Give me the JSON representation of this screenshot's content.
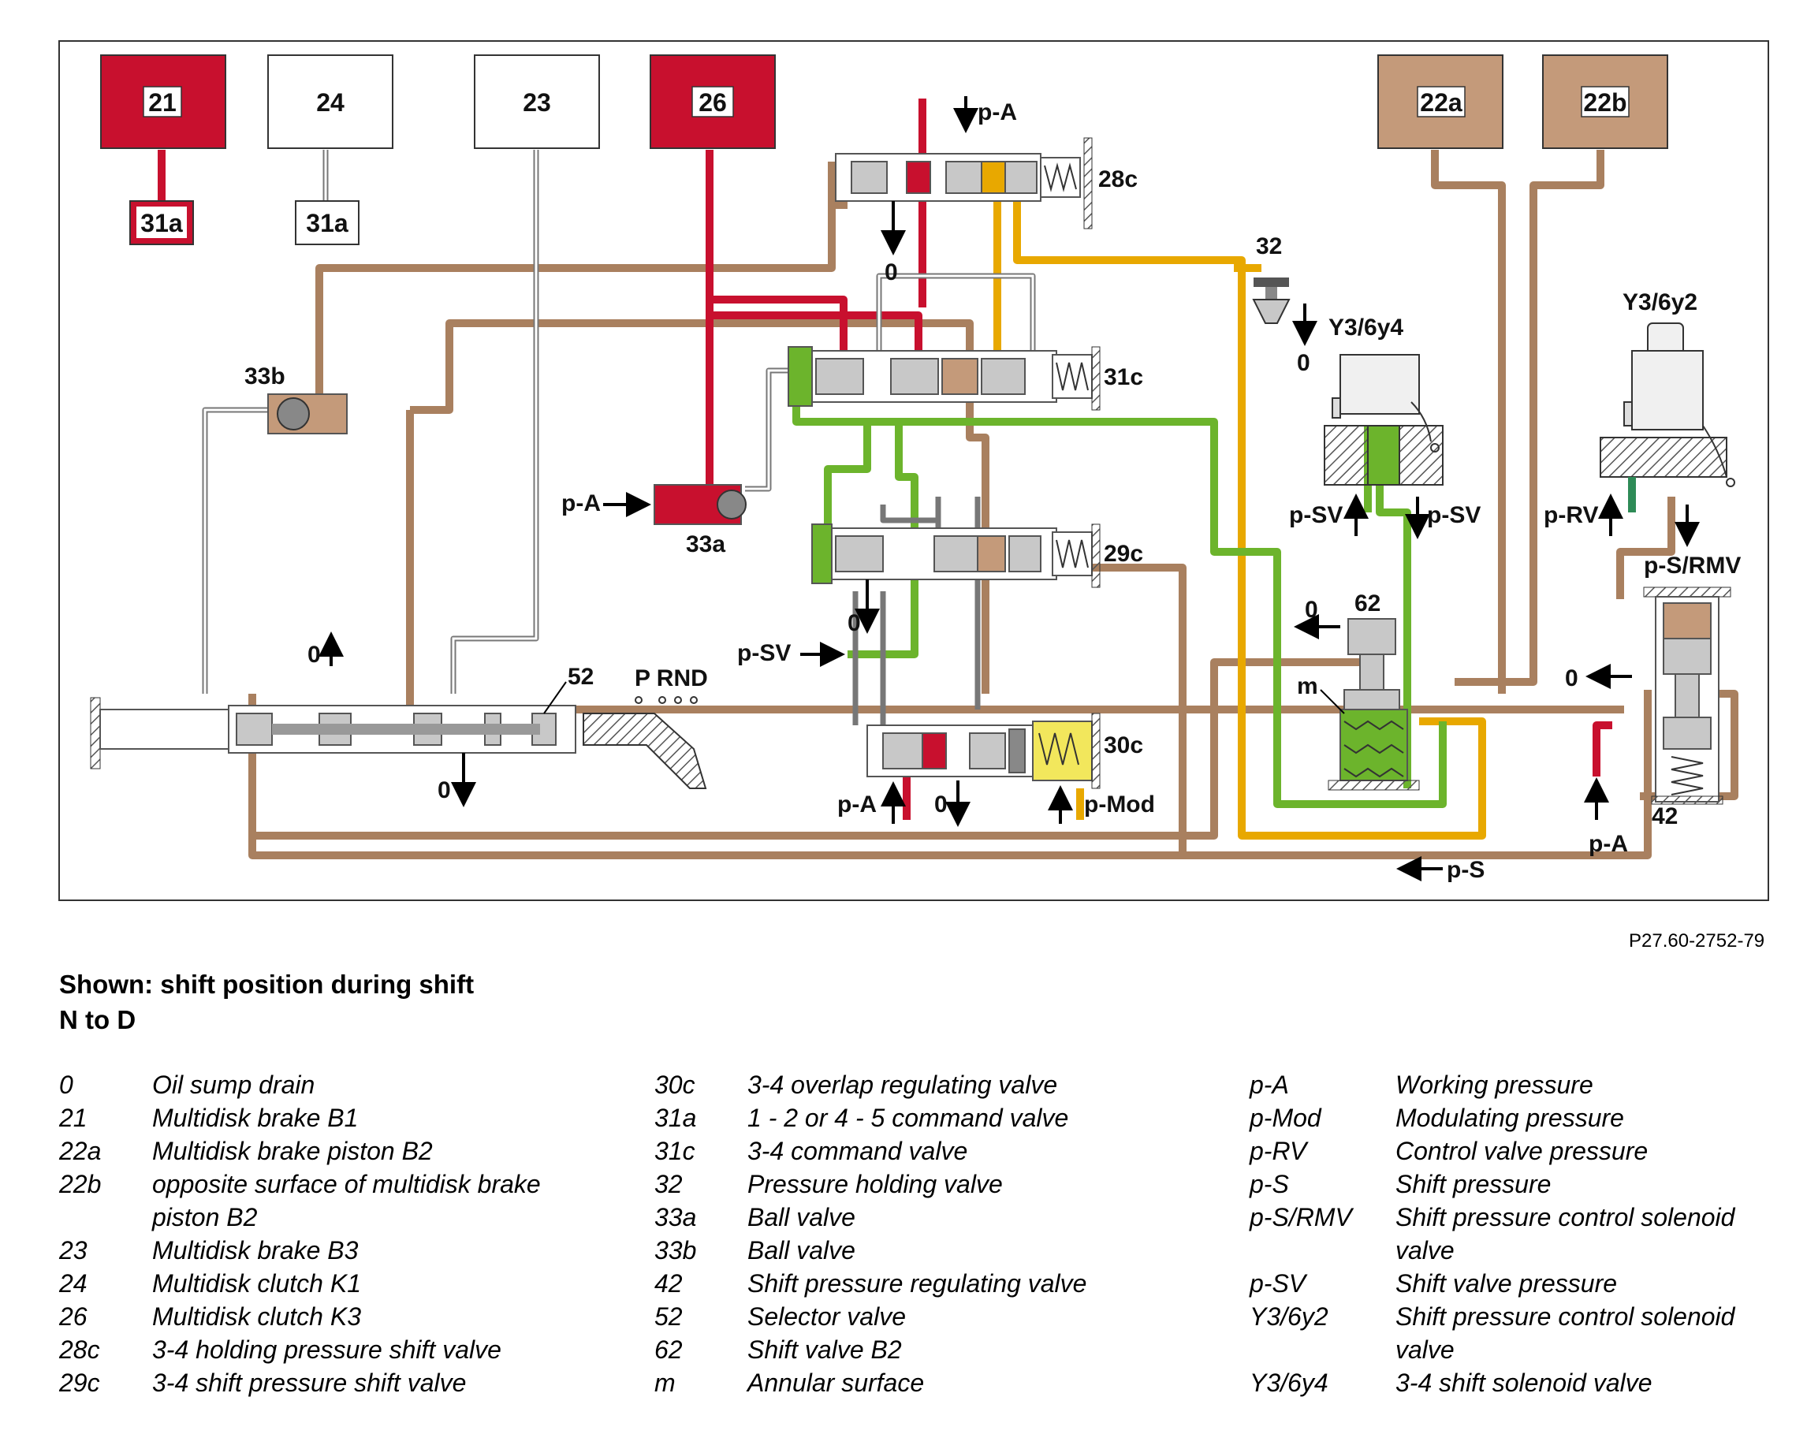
{
  "colors": {
    "red": "#c8102e",
    "brown": "#a9805f",
    "yellow": "#e8a800",
    "green": "#6cb42c",
    "grey": "#c8c8c8",
    "tan": "#c49a7a"
  },
  "boxes": {
    "b21": "21",
    "b24": "24",
    "b23": "23",
    "b26": "26",
    "b22a": "22a",
    "b22b": "22b",
    "b31a_red": "31a",
    "b31a_white": "31a"
  },
  "labels": {
    "pA_top": "p-A",
    "l28c": "28c",
    "zero_28c": "0",
    "l32": "32",
    "zero_32": "0",
    "l31c": "31c",
    "l33b": "33b",
    "pA_33a": "p-A",
    "l33a": "33a",
    "l29c": "29c",
    "zero_29c": "0",
    "pSV_left": "p-SV",
    "l30c": "30c",
    "pA_30c": "p-A",
    "zero_30c": "0",
    "pMod": "p-Mod",
    "zero_up": "0",
    "zero_sel": "0",
    "l52": "52",
    "prnd": "P RND",
    "Y3_6y4": "Y3/6y4",
    "pSV_up": "p-SV",
    "pSV_down": "p-SV",
    "l62": "62",
    "zero_62": "0",
    "m": "m",
    "Y3_6y2": "Y3/6y2",
    "pRV": "p-RV",
    "pS_RMV": "p-S/RMV",
    "zero_42": "0",
    "pA_42": "p-A",
    "l42": "42",
    "pS": "p-S"
  },
  "figure_ref": "P27.60-2752-79",
  "caption_line1": "Shown: shift position during shift",
  "caption_line2": "N to D",
  "legend": {
    "col1": [
      {
        "k": "0",
        "v": "Oil sump drain"
      },
      {
        "k": "21",
        "v": "Multidisk brake B1"
      },
      {
        "k": "22a",
        "v": "Multidisk brake piston B2"
      },
      {
        "k": "22b",
        "v": "opposite surface of multidisk brake piston B2"
      },
      {
        "k": "23",
        "v": "Multidisk brake B3"
      },
      {
        "k": "24",
        "v": "Multidisk clutch K1"
      },
      {
        "k": "26",
        "v": "Multidisk clutch K3"
      },
      {
        "k": "28c",
        "v": "3-4 holding pressure shift valve"
      },
      {
        "k": "29c",
        "v": "3-4 shift pressure shift valve"
      }
    ],
    "col2": [
      {
        "k": "30c",
        "v": "3-4 overlap regulating valve"
      },
      {
        "k": "31a",
        "v": "1 - 2 or 4 - 5 command valve"
      },
      {
        "k": "31c",
        "v": "3-4 command valve"
      },
      {
        "k": "32",
        "v": "Pressure holding valve"
      },
      {
        "k": "33a",
        "v": "Ball valve"
      },
      {
        "k": "33b",
        "v": "Ball valve"
      },
      {
        "k": "42",
        "v": "Shift pressure regulating valve"
      },
      {
        "k": "52",
        "v": "Selector valve"
      },
      {
        "k": "62",
        "v": "Shift valve B2"
      },
      {
        "k": "m",
        "v": "Annular surface"
      }
    ],
    "col3": [
      {
        "k": "p-A",
        "v": "Working pressure"
      },
      {
        "k": "p-Mod",
        "v": "Modulating pressure"
      },
      {
        "k": "p-RV",
        "v": "Control valve pressure"
      },
      {
        "k": "p-S",
        "v": "Shift pressure"
      },
      {
        "k": "p-S/RMV",
        "v": "Shift pressure control solenoid valve"
      },
      {
        "k": "p-SV",
        "v": "Shift valve pressure"
      },
      {
        "k": "Y3/6y2",
        "v": "Shift pressure control solenoid valve"
      },
      {
        "k": "Y3/6y4",
        "v": "3-4 shift solenoid valve"
      }
    ]
  }
}
